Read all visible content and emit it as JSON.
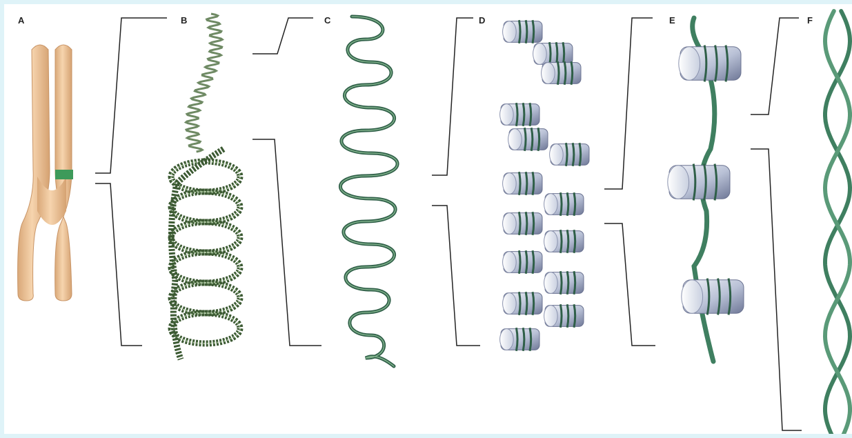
{
  "panels": [
    {
      "id": "A",
      "label": "A",
      "content": "chromosome"
    },
    {
      "id": "B",
      "label": "B",
      "content": "coiled-chromatin-fiber"
    },
    {
      "id": "C",
      "label": "C",
      "content": "looped-chromatin-fiber"
    },
    {
      "id": "D",
      "label": "D",
      "content": "solenoid-nucleosome-fiber"
    },
    {
      "id": "E",
      "label": "E",
      "content": "nucleosomes-on-dna"
    },
    {
      "id": "F",
      "label": "F",
      "content": "dna-double-helix"
    }
  ],
  "colors": {
    "page_background": "#dff3f8",
    "chromosome_fill": "#efc79a",
    "chromosome_band": "#3e9a5a",
    "dna_strand": "#3f7f60",
    "dna_strand_dark": "#2f5f48",
    "coil": "#4a6a3e",
    "histone_light": "#e6eaf3",
    "histone_dark": "#7f88a6",
    "bracket": "#222222"
  }
}
